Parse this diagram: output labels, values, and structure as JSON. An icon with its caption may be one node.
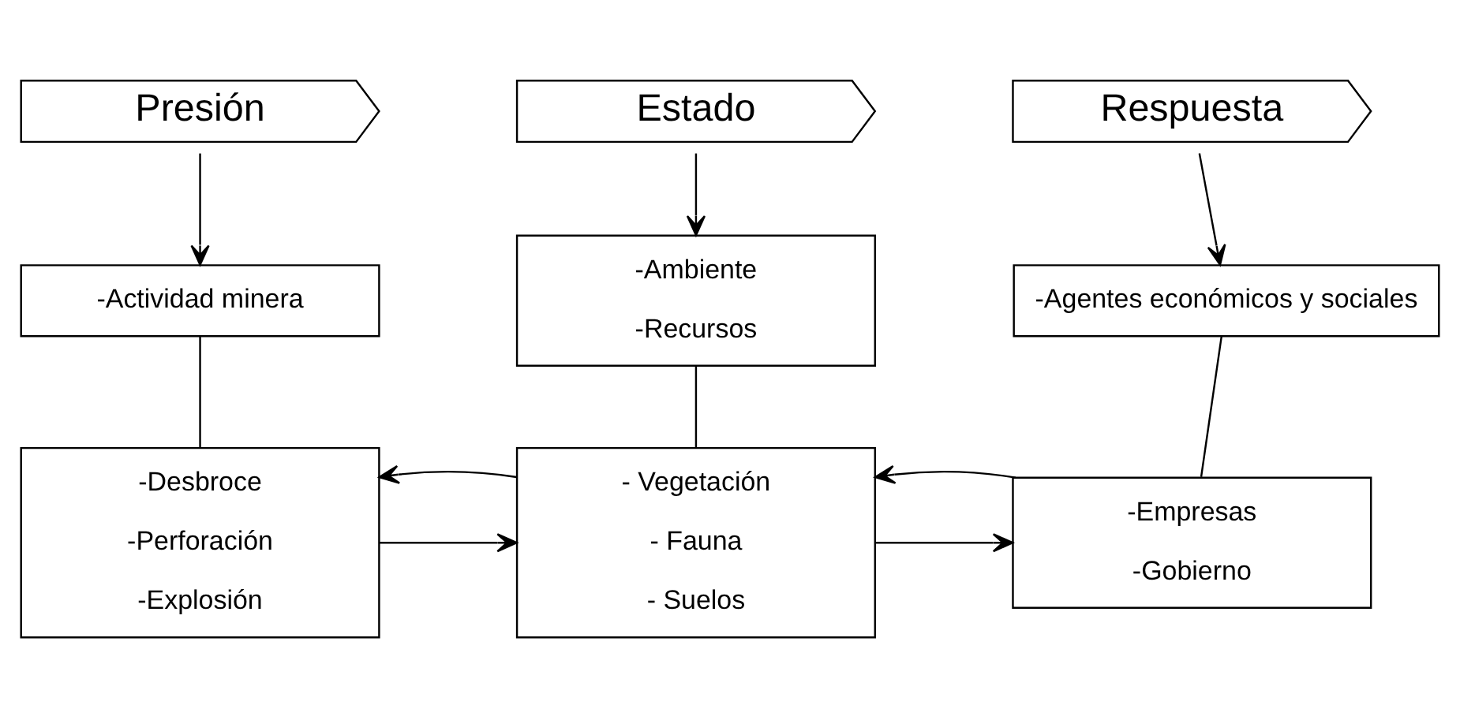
{
  "diagram": {
    "nodes": [
      {
        "text": [
          "Presión"
        ]
      },
      {
        "text": [
          "Estado"
        ]
      },
      {
        "text": [
          "Respuesta"
        ]
      },
      {
        "text": [
          "-Actividad minera"
        ]
      },
      {
        "text": [
          "-Ambiente",
          "-Recursos"
        ]
      },
      {
        "text": [
          "-Agentes económicos y sociales"
        ]
      },
      {
        "text": [
          "-Desbroce",
          "-Perforación",
          "-Explosión"
        ]
      },
      {
        "text": [
          "- Vegetación",
          "- Fauna",
          "- Suelos"
        ]
      },
      {
        "text": [
          "-Empresas",
          "-Gobierno"
        ]
      }
    ],
    "edges": [
      {
        "from": 0,
        "to": 3,
        "arrow": "to"
      },
      {
        "from": 1,
        "to": 4,
        "arrow": "to"
      },
      {
        "from": 2,
        "to": 5,
        "arrow": "to"
      },
      {
        "from": 3,
        "to": 6,
        "arrow": "none"
      },
      {
        "from": 4,
        "to": 7,
        "arrow": "none"
      },
      {
        "from": 5,
        "to": 8,
        "arrow": "none"
      },
      {
        "from": 6,
        "to": 7,
        "arrow": "to"
      },
      {
        "from": 7,
        "to": 6,
        "arrow": "to"
      },
      {
        "from": 7,
        "to": 8,
        "arrow": "to"
      },
      {
        "from": 8,
        "to": 7,
        "arrow": "to"
      }
    ]
  }
}
